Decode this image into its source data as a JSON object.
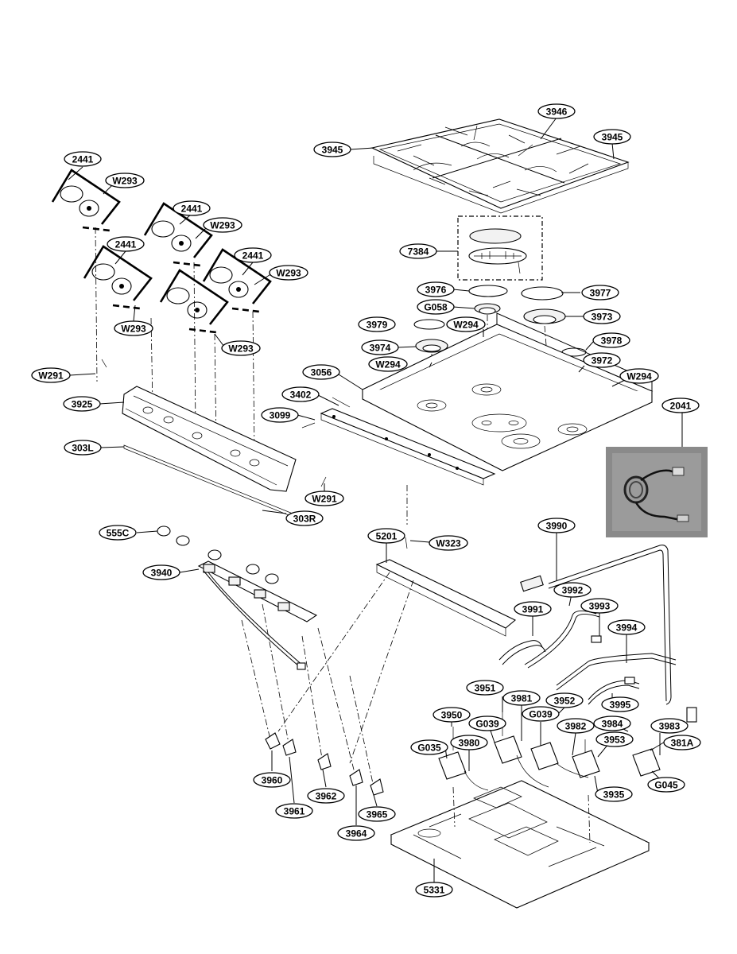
{
  "labels": [
    {
      "id": "3946",
      "text": "3946"
    },
    {
      "id": "3945a",
      "text": "3945"
    },
    {
      "id": "3945b",
      "text": "3945"
    },
    {
      "id": "7384",
      "text": "7384"
    },
    {
      "id": "3976",
      "text": "3976"
    },
    {
      "id": "3977",
      "text": "3977"
    },
    {
      "id": "G058",
      "text": "G058"
    },
    {
      "id": "3973",
      "text": "3973"
    },
    {
      "id": "3979",
      "text": "3979"
    },
    {
      "id": "W294a",
      "text": "W294"
    },
    {
      "id": "3978",
      "text": "3978"
    },
    {
      "id": "3974",
      "text": "3974"
    },
    {
      "id": "3972",
      "text": "3972"
    },
    {
      "id": "W294b",
      "text": "W294"
    },
    {
      "id": "W294c",
      "text": "W294"
    },
    {
      "id": "3056",
      "text": "3056"
    },
    {
      "id": "3402",
      "text": "3402"
    },
    {
      "id": "2041",
      "text": "2041"
    },
    {
      "id": "3099",
      "text": "3099"
    },
    {
      "id": "2441a",
      "text": "2441"
    },
    {
      "id": "W293a",
      "text": "W293"
    },
    {
      "id": "2441b",
      "text": "2441"
    },
    {
      "id": "W293b",
      "text": "W293"
    },
    {
      "id": "2441c",
      "text": "2441"
    },
    {
      "id": "2441d",
      "text": "2441"
    },
    {
      "id": "W293c",
      "text": "W293"
    },
    {
      "id": "W293d",
      "text": "W293"
    },
    {
      "id": "W293e",
      "text": "W293"
    },
    {
      "id": "W291a",
      "text": "W291"
    },
    {
      "id": "3925",
      "text": "3925"
    },
    {
      "id": "303L",
      "text": "303L"
    },
    {
      "id": "W291b",
      "text": "W291"
    },
    {
      "id": "303R",
      "text": "303R"
    },
    {
      "id": "555C",
      "text": "555C"
    },
    {
      "id": "5201",
      "text": "5201"
    },
    {
      "id": "W323",
      "text": "W323"
    },
    {
      "id": "3990",
      "text": "3990"
    },
    {
      "id": "3940",
      "text": "3940"
    },
    {
      "id": "3992",
      "text": "3992"
    },
    {
      "id": "3991",
      "text": "3991"
    },
    {
      "id": "3993",
      "text": "3993"
    },
    {
      "id": "3994",
      "text": "3994"
    },
    {
      "id": "3951",
      "text": "3951"
    },
    {
      "id": "3981",
      "text": "3981"
    },
    {
      "id": "3952",
      "text": "3952"
    },
    {
      "id": "3995",
      "text": "3995"
    },
    {
      "id": "3950",
      "text": "3950"
    },
    {
      "id": "G039a",
      "text": "G039"
    },
    {
      "id": "G039b",
      "text": "G039"
    },
    {
      "id": "3982",
      "text": "3982"
    },
    {
      "id": "3984",
      "text": "3984"
    },
    {
      "id": "3983",
      "text": "3983"
    },
    {
      "id": "G035",
      "text": "G035"
    },
    {
      "id": "3980",
      "text": "3980"
    },
    {
      "id": "3953",
      "text": "3953"
    },
    {
      "id": "381A",
      "text": "381A"
    },
    {
      "id": "3960",
      "text": "3960"
    },
    {
      "id": "3935",
      "text": "3935"
    },
    {
      "id": "G045",
      "text": "G045"
    },
    {
      "id": "3962",
      "text": "3962"
    },
    {
      "id": "3961",
      "text": "3961"
    },
    {
      "id": "3965",
      "text": "3965"
    },
    {
      "id": "3964",
      "text": "3964"
    },
    {
      "id": "5331",
      "text": "5331"
    }
  ]
}
